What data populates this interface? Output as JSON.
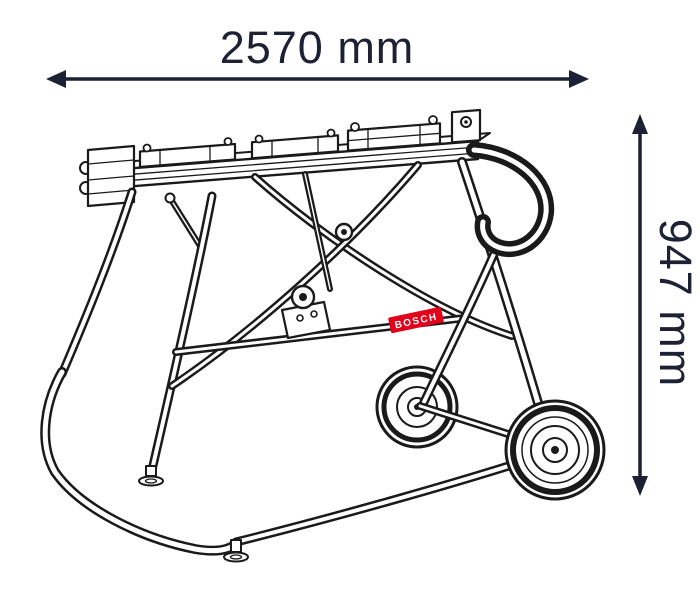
{
  "diagram": {
    "dimensions": {
      "width_label": "2570 mm",
      "height_label": "947 mm"
    },
    "brand_label": "BOSCH",
    "colors": {
      "dimension": "#1c2133",
      "line": "#1a1a1a",
      "brand_red": "#e2001a",
      "background": "#ffffff"
    }
  }
}
